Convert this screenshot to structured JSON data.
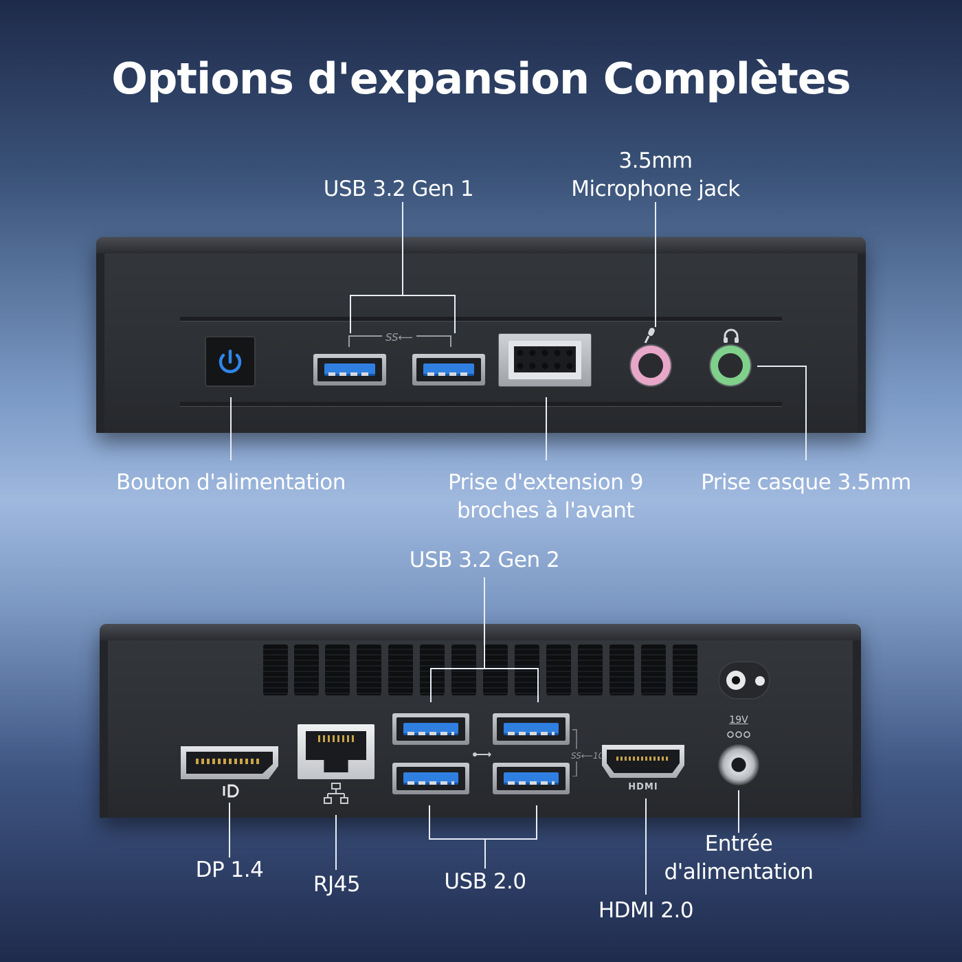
{
  "title": "Options d'expansion Complètes",
  "front": {
    "labels": {
      "usb32gen1": "USB 3.2 Gen 1",
      "mic_line1": "3.5mm",
      "mic_line2": "Microphone jack",
      "power_button": "Bouton d'alimentation",
      "extension_line1": "Prise d'extension 9",
      "extension_line2": "broches à l'avant",
      "headphone": "Prise casque 3.5mm"
    },
    "port_marks": {
      "usb_ss": "SS⟵",
      "power_icon": "power-icon",
      "mic_icon": "microphone-icon",
      "headphone_icon": "headphone-icon"
    }
  },
  "rear": {
    "labels": {
      "usb32gen2": "USB 3.2 Gen 2",
      "dp": "DP 1.4",
      "rj45": "RJ45",
      "usb20": "USB 2.0",
      "hdmi": "HDMI 2.0",
      "power_in_line1": "Entrée",
      "power_in_line2": "d'alimentation"
    },
    "port_marks": {
      "hdmi_logo": "HDMI",
      "voltage": "19V",
      "usb_ss10": "SS⟵10"
    }
  },
  "colors": {
    "usb_blue": "#2f7fe0",
    "mic_pink": "#e8a6c8",
    "headphone_green": "#7fd08a",
    "power_led": "#2f86e8",
    "device_body": "#2d3034"
  }
}
